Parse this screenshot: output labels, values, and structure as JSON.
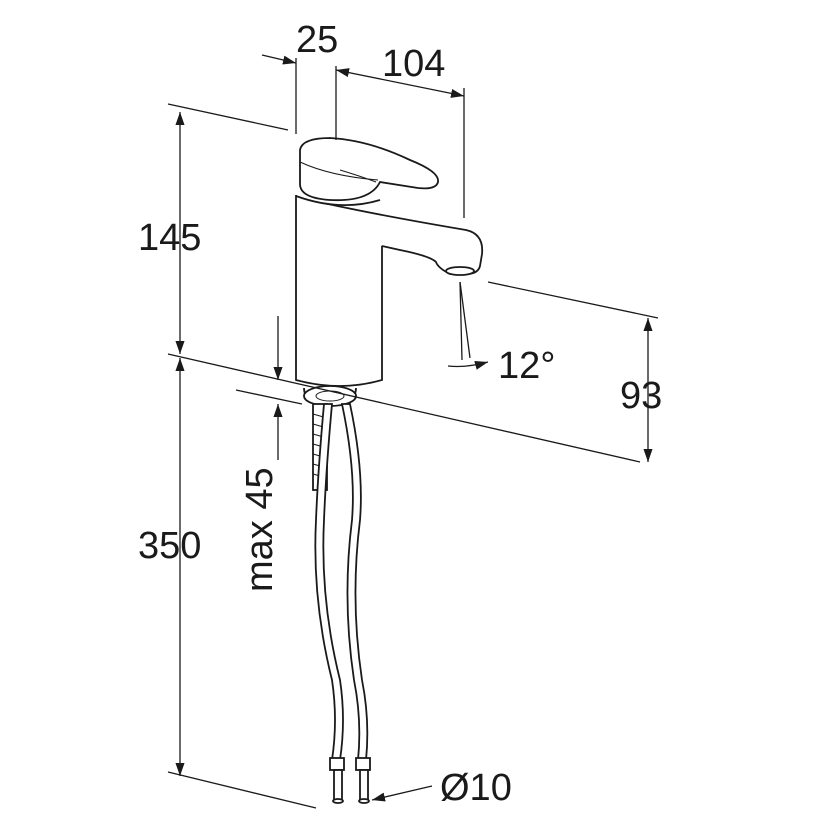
{
  "dimensions": {
    "lever_offset": "25",
    "spout_reach": "104",
    "height": "145",
    "spout_height": "93",
    "spray_angle": "12°",
    "max_thickness": "max 45",
    "hose_length": "350",
    "hose_diameter": "Ø10"
  },
  "colors": {
    "line": "#1a1a1a",
    "background": "#ffffff"
  }
}
